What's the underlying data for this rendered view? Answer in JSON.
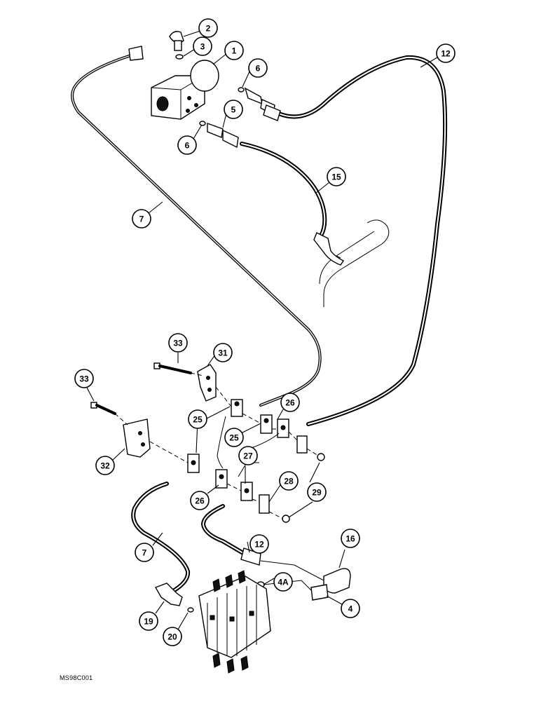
{
  "figure_code": "MS98C001",
  "callouts": [
    {
      "id": "c1",
      "label": "1"
    },
    {
      "id": "c2",
      "label": "2"
    },
    {
      "id": "c3",
      "label": "3"
    },
    {
      "id": "c6a",
      "label": "6"
    },
    {
      "id": "c5",
      "label": "5"
    },
    {
      "id": "c6b",
      "label": "6"
    },
    {
      "id": "c12a",
      "label": "12"
    },
    {
      "id": "c15",
      "label": "15"
    },
    {
      "id": "c7a",
      "label": "7"
    },
    {
      "id": "c33a",
      "label": "33"
    },
    {
      "id": "c31",
      "label": "31"
    },
    {
      "id": "c33b",
      "label": "33"
    },
    {
      "id": "c26a",
      "label": "26"
    },
    {
      "id": "c25a",
      "label": "25"
    },
    {
      "id": "c25b",
      "label": "25"
    },
    {
      "id": "c27",
      "label": "27"
    },
    {
      "id": "c32",
      "label": "32"
    },
    {
      "id": "c28",
      "label": "28"
    },
    {
      "id": "c29",
      "label": "29"
    },
    {
      "id": "c26b",
      "label": "26"
    },
    {
      "id": "c12b",
      "label": "12"
    },
    {
      "id": "c16",
      "label": "16"
    },
    {
      "id": "c7b",
      "label": "7"
    },
    {
      "id": "c4a",
      "label": "4A"
    },
    {
      "id": "c4",
      "label": "4"
    },
    {
      "id": "c19",
      "label": "19"
    },
    {
      "id": "c20",
      "label": "20"
    }
  ]
}
